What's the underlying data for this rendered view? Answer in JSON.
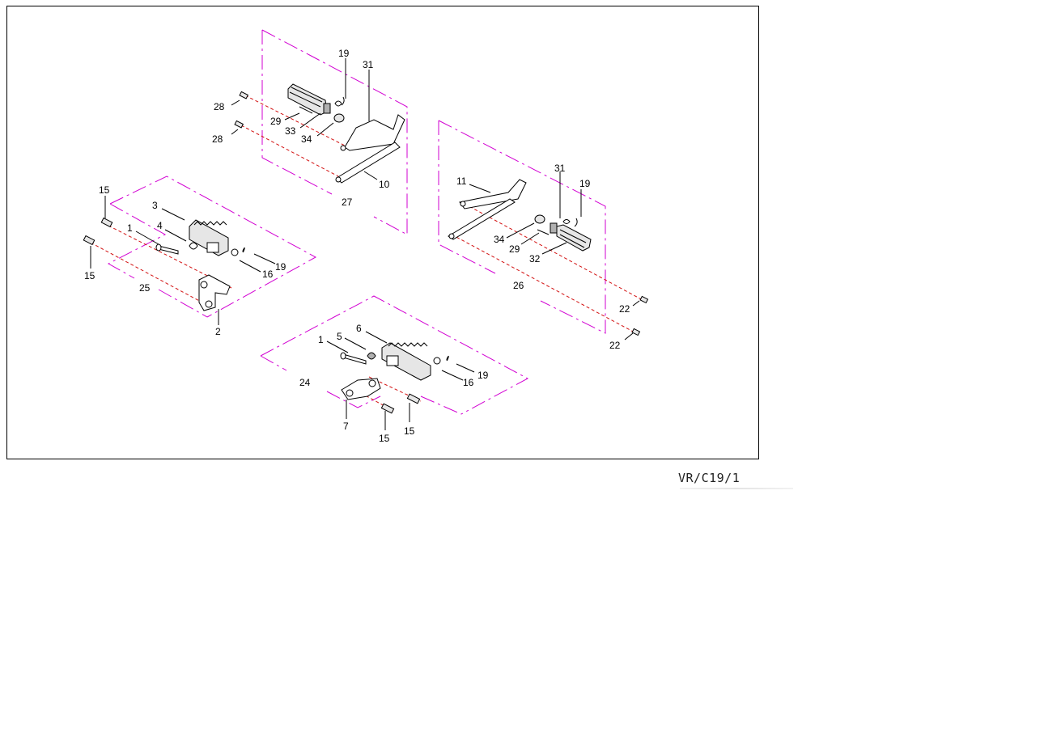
{
  "drawing_code": "VR/C19/1",
  "labels": {
    "top_left": {
      "p19": "19",
      "p31": "31",
      "p28a": "28",
      "p28b": "28",
      "p29": "29",
      "p33": "33",
      "p34": "34",
      "p10": "10",
      "p27": "27"
    },
    "right": {
      "p11": "11",
      "p31": "31",
      "p19": "19",
      "p34": "34",
      "p29": "29",
      "p32": "32",
      "p26": "26",
      "p22a": "22",
      "p22b": "22"
    },
    "left": {
      "p15a": "15",
      "p3": "3",
      "p4": "4",
      "p1": "1",
      "p19": "19",
      "p16": "16",
      "p15b": "15",
      "p25": "25",
      "p2": "2"
    },
    "bottom": {
      "p1": "1",
      "p5": "5",
      "p6": "6",
      "p19": "19",
      "p16": "16",
      "p24": "24",
      "p7": "7",
      "p15a": "15",
      "p15b": "15"
    }
  },
  "colors": {
    "frame": "#000000",
    "group_outline": "#d200d2",
    "axis_line": "#d21010"
  }
}
